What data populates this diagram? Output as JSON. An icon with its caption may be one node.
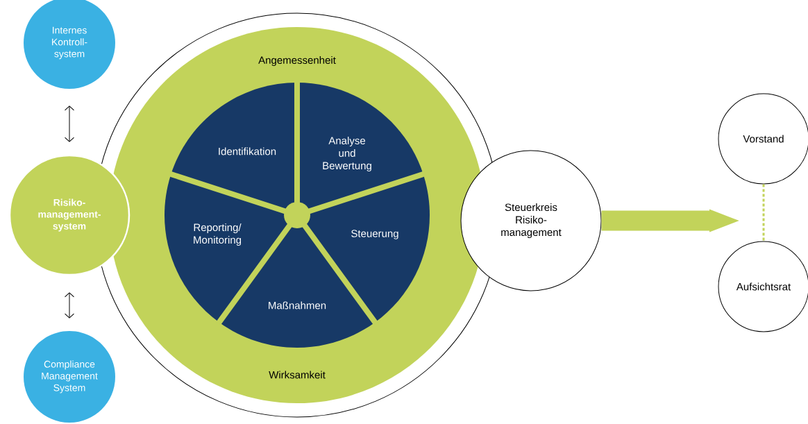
{
  "diagram": {
    "nodes": [
      {
        "text": [
          "Internes Kontroll- system"
        ]
      },
      {
        "text": [
          "Risiko- management- system"
        ]
      },
      {
        "text": [
          "Compliance Management System"
        ]
      },
      {
        "text": [
          "Angemessenheit",
          "Wirksamkeit"
        ]
      },
      {
        "text": [
          "Identifikation"
        ],
        "in": 3
      },
      {
        "text": [
          "Analyse und Bewertung"
        ],
        "in": 3
      },
      {
        "text": [
          "Reporting/ Monitoring"
        ],
        "in": 3
      },
      {
        "text": [
          "Steuerung"
        ],
        "in": 3
      },
      {
        "text": [
          "Maßnahmen"
        ],
        "in": 3
      },
      {
        "text": [
          "Steuerkreis Risiko- management"
        ]
      },
      {
        "text": [
          "Vorstand"
        ]
      },
      {
        "text": [
          "Aufsichtsrat"
        ]
      }
    ],
    "edges": [
      {
        "from": 0,
        "to": 1,
        "arrow": "both"
      },
      {
        "from": 1,
        "to": 2,
        "arrow": "both"
      },
      {
        "from": 9,
        "to": null,
        "arrow": "to",
        "style": "thick",
        "color": "#c2d35a"
      },
      {
        "from": 10,
        "to": 11,
        "arrow": "none",
        "style": "dashed",
        "color": "#c2d35a"
      }
    ]
  }
}
